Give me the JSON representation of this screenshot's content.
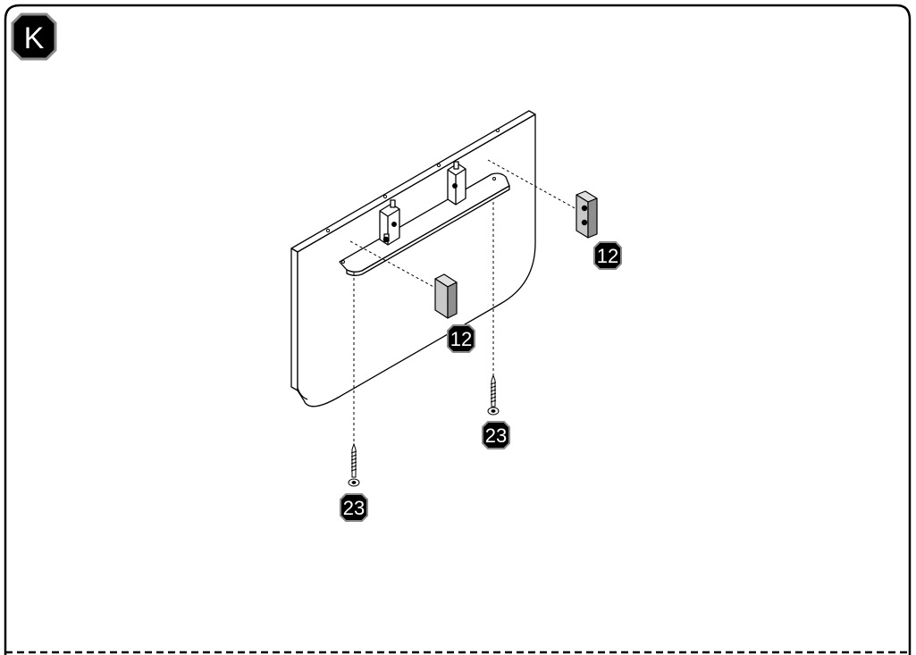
{
  "step": {
    "letter": "K"
  },
  "parts": {
    "bracket_right": {
      "label": "12"
    },
    "bracket_center": {
      "label": "12"
    },
    "screw_right": {
      "label": "23"
    },
    "screw_left": {
      "label": "23"
    }
  },
  "colors": {
    "line": "#000000",
    "badge_fill": "#000000",
    "badge_text": "#ffffff",
    "part_fill": "#c8c8c8",
    "part_fill_dark": "#9a9a9a",
    "background": "#ffffff"
  }
}
